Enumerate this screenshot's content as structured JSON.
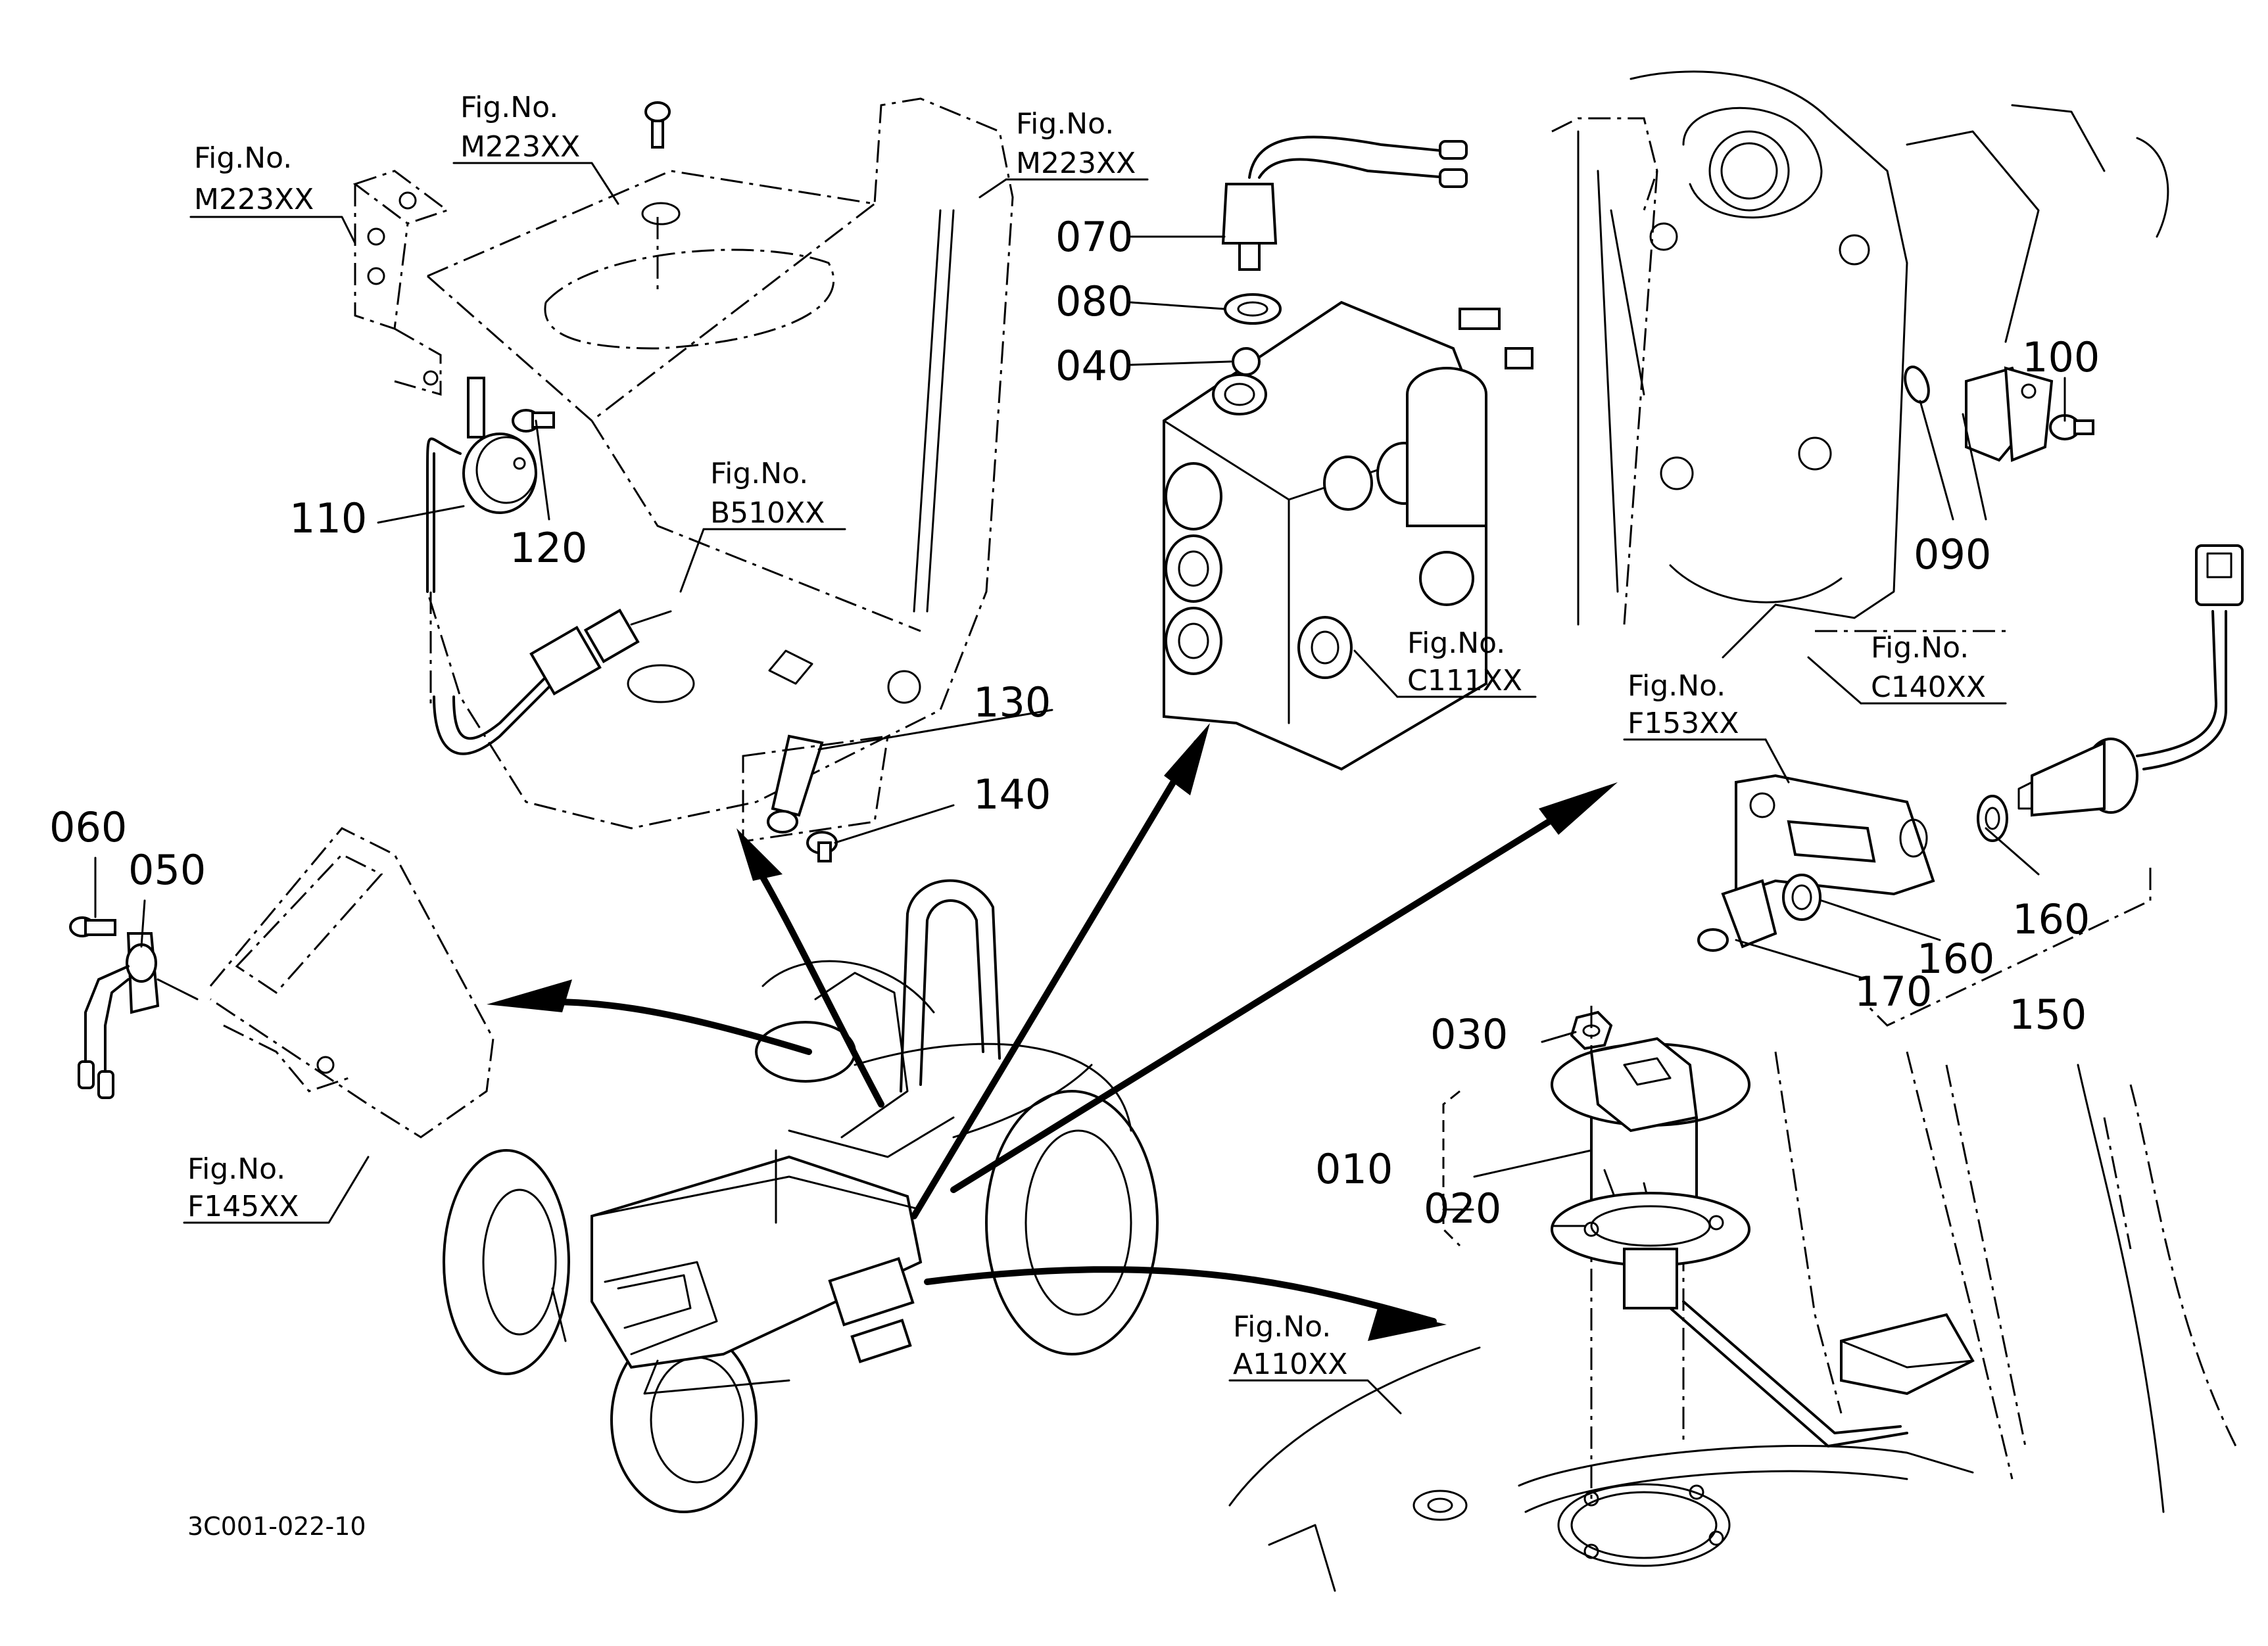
{
  "diagram_code": "3C001-022-10",
  "part_numbers": [
    "010",
    "020",
    "030",
    "040",
    "050",
    "060",
    "070",
    "080",
    "090",
    "100",
    "110",
    "120",
    "130",
    "140",
    "150",
    "160",
    "170"
  ],
  "fig_refs": {
    "m223_a": {
      "prefix": "Fig.No.",
      "code": "M223XX"
    },
    "m223_b": {
      "prefix": "Fig.No.",
      "code": "M223XX"
    },
    "m223_c": {
      "prefix": "Fig.No.",
      "code": "M223XX"
    },
    "b510": {
      "prefix": "Fig.No.",
      "code": "B510XX"
    },
    "c111": {
      "prefix": "Fig.No.",
      "code": "C111XX"
    },
    "c140": {
      "prefix": "Fig.No.",
      "code": "C140XX"
    },
    "f153": {
      "prefix": "Fig.No.",
      "code": "F153XX"
    },
    "f145": {
      "prefix": "Fig.No.",
      "code": "F145XX"
    },
    "a110": {
      "prefix": "Fig.No.",
      "code": "A110XX"
    }
  },
  "labels": {
    "p010": "010",
    "p020": "020",
    "p030": "030",
    "p040": "040",
    "p050": "050",
    "p060": "060",
    "p070": "070",
    "p080": "080",
    "p090": "090",
    "p100": "100",
    "p110": "110",
    "p120": "120",
    "p130": "130",
    "p140": "140",
    "p150": "150",
    "p160a": "160",
    "p160b": "160",
    "p170": "170"
  }
}
